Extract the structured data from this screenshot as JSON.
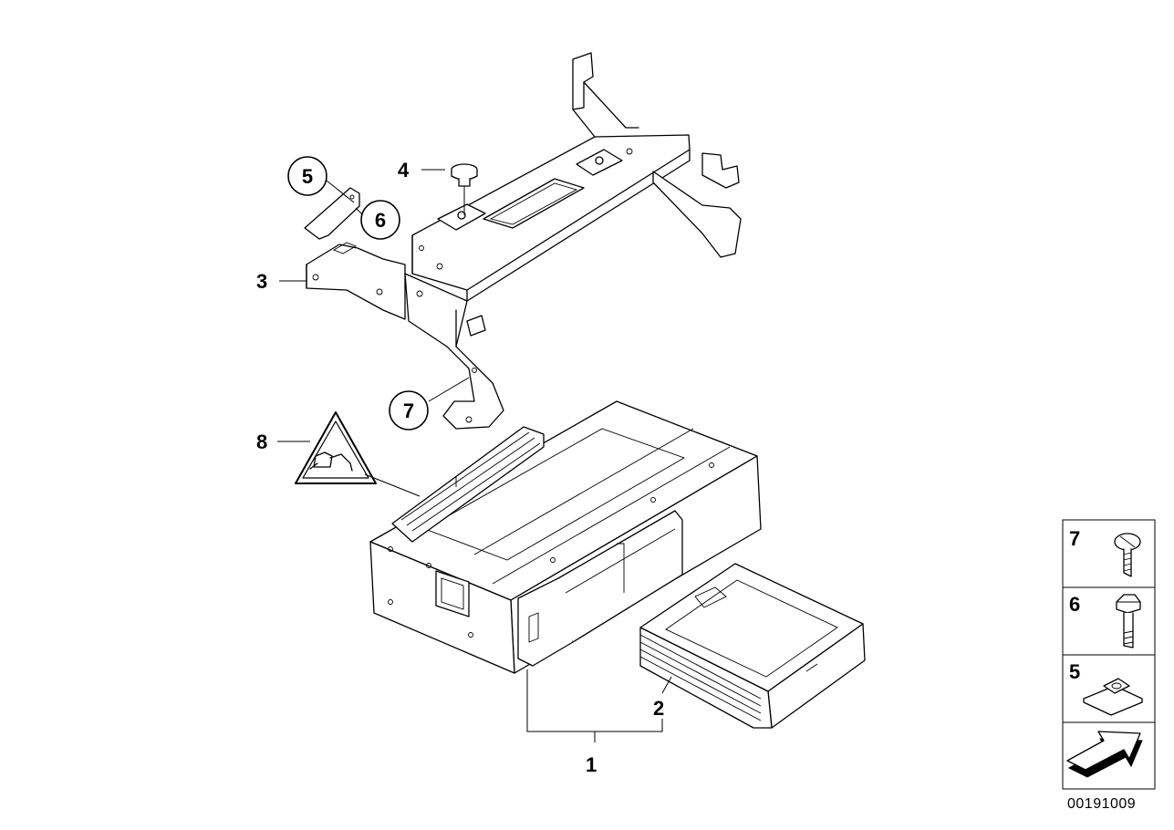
{
  "callouts": {
    "c1": "1",
    "c2": "2",
    "c3": "3",
    "c4": "4",
    "c5": "5",
    "c6": "6",
    "c7": "7",
    "c8": "8"
  },
  "legend": {
    "item7": "7",
    "item6": "6",
    "item5": "5"
  },
  "diagram_id": "00191009"
}
